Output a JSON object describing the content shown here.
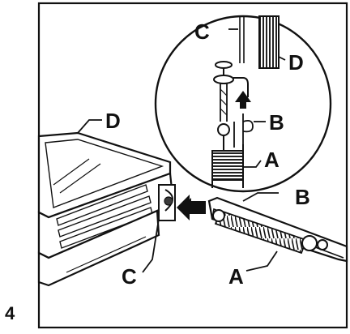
{
  "figure": {
    "step_number": "4",
    "labels": {
      "c_top": "C",
      "d_top": "D",
      "b_top": "B",
      "a_top": "A",
      "d_left": "D",
      "b_right": "B",
      "c_bottom": "C",
      "a_bottom": "A"
    },
    "colors": {
      "ink": "#111111",
      "paper": "#ffffff",
      "shade": "#3a3a3a"
    }
  }
}
